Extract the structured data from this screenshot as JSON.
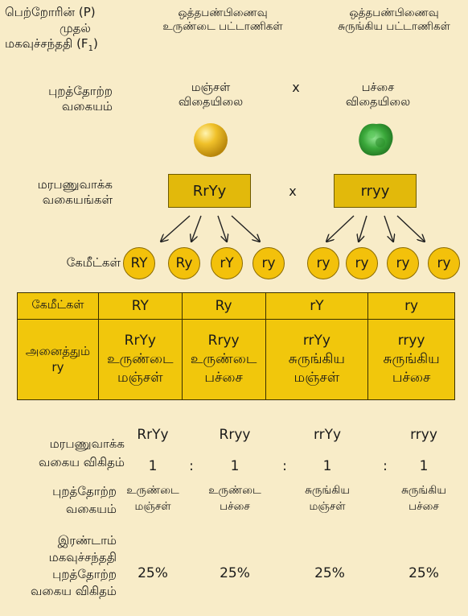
{
  "header": {
    "row_label_lines": [
      "பெற்றோரின் (P)",
      "முதல்",
      "மகவுச்சந்ததி (F",
      "1",
      ")"
    ],
    "parent1_lines": [
      "ஒத்தபண்பிணைவு",
      "உருண்டை பட்டாணிகள்"
    ],
    "parent2_lines": [
      "ஒத்தபண்பிணைவு",
      "சுருங்கிய பட்டாணிகள்"
    ]
  },
  "phenotype": {
    "label_lines": [
      "புறத்தோற்ற",
      "வகையம்"
    ],
    "parent1_lines": [
      "மஞ்சள்",
      "விதையிலை"
    ],
    "cross": "x",
    "parent2_lines": [
      "பச்சை",
      "விதையிலை"
    ],
    "seed1_color": "#e9b21a",
    "seed2_color": "#3aa83a"
  },
  "genotype": {
    "label_lines": [
      "மரபணுவாக்க",
      "வகையங்கள்"
    ],
    "parent1": "RrYy",
    "cross": "x",
    "parent2": "rryy"
  },
  "gametes": {
    "label": "கேமீட்கள்",
    "parent1": [
      "RY",
      "Ry",
      "rY",
      "ry"
    ],
    "parent2": [
      "ry",
      "ry",
      "ry",
      "ry"
    ]
  },
  "punnett": {
    "corner": "கேமீட்கள்",
    "columns": [
      "RY",
      "Ry",
      "rY",
      "ry"
    ],
    "row_label_lines": [
      "அனைத்தும்",
      "ry"
    ],
    "cells": [
      {
        "genotype": "RrYy",
        "lines": [
          "உருண்டை",
          "மஞ்சள்"
        ]
      },
      {
        "genotype": "Rryy",
        "lines": [
          "உருண்டை",
          "பச்சை"
        ]
      },
      {
        "genotype": "rrYy",
        "lines": [
          "சுருங்கிய",
          "மஞ்சள்"
        ]
      },
      {
        "genotype": "rryy",
        "lines": [
          "சுருங்கிய",
          "பச்சை"
        ]
      }
    ]
  },
  "ratio": {
    "label_lines": [
      "மரபணுவாக்க",
      "வகைய விகிதம்"
    ],
    "genotypes": [
      "RrYy",
      "Rryy",
      "rrYy",
      "rryy"
    ],
    "values": [
      "1",
      "1",
      "1",
      "1"
    ],
    "separator": ":"
  },
  "phenotype_result": {
    "label_lines": [
      "புறத்தோற்ற",
      "வகையம்"
    ],
    "items": [
      [
        "உருண்டை",
        "மஞ்சள்"
      ],
      [
        "உருண்டை",
        "பச்சை"
      ],
      [
        "சுருங்கிய",
        "மஞ்சள்"
      ],
      [
        "சுருங்கிய",
        "பச்சை"
      ]
    ]
  },
  "f2": {
    "label_lines": [
      "இரண்டாம்",
      "மகவுச்சந்ததி",
      "புறத்தோற்ற",
      "வகைய விகிதம்"
    ],
    "percentages": [
      "25%",
      "25%",
      "25%",
      "25%"
    ]
  },
  "colors": {
    "background": "#f8ecc8",
    "accent": "#e2b90b",
    "gamete": "#f3c10b"
  }
}
